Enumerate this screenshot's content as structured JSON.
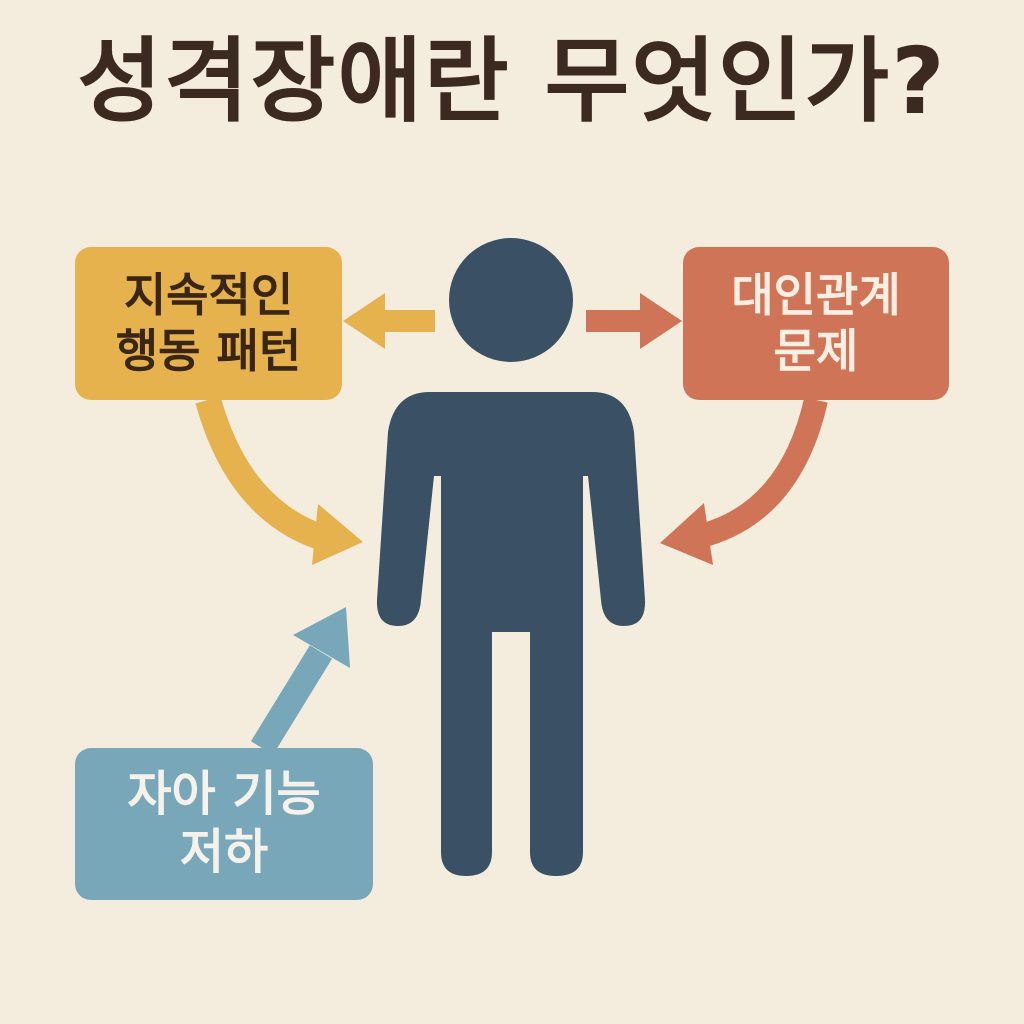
{
  "title": "성격장애란 무엇인가?",
  "boxes": {
    "persistent_behavior": {
      "line1": "지속적인",
      "line2": "행동 패턴"
    },
    "interpersonal": {
      "line1": "대인관계",
      "line2": "문제"
    },
    "ego_function": {
      "line1": "자아 기능",
      "line2": "저하"
    }
  },
  "colors": {
    "background": "#f4ecdc",
    "title": "#3c2a20",
    "yellow": "#e6b24e",
    "red": "#d07457",
    "blue": "#78a7ba",
    "figure": "#3a5064"
  }
}
